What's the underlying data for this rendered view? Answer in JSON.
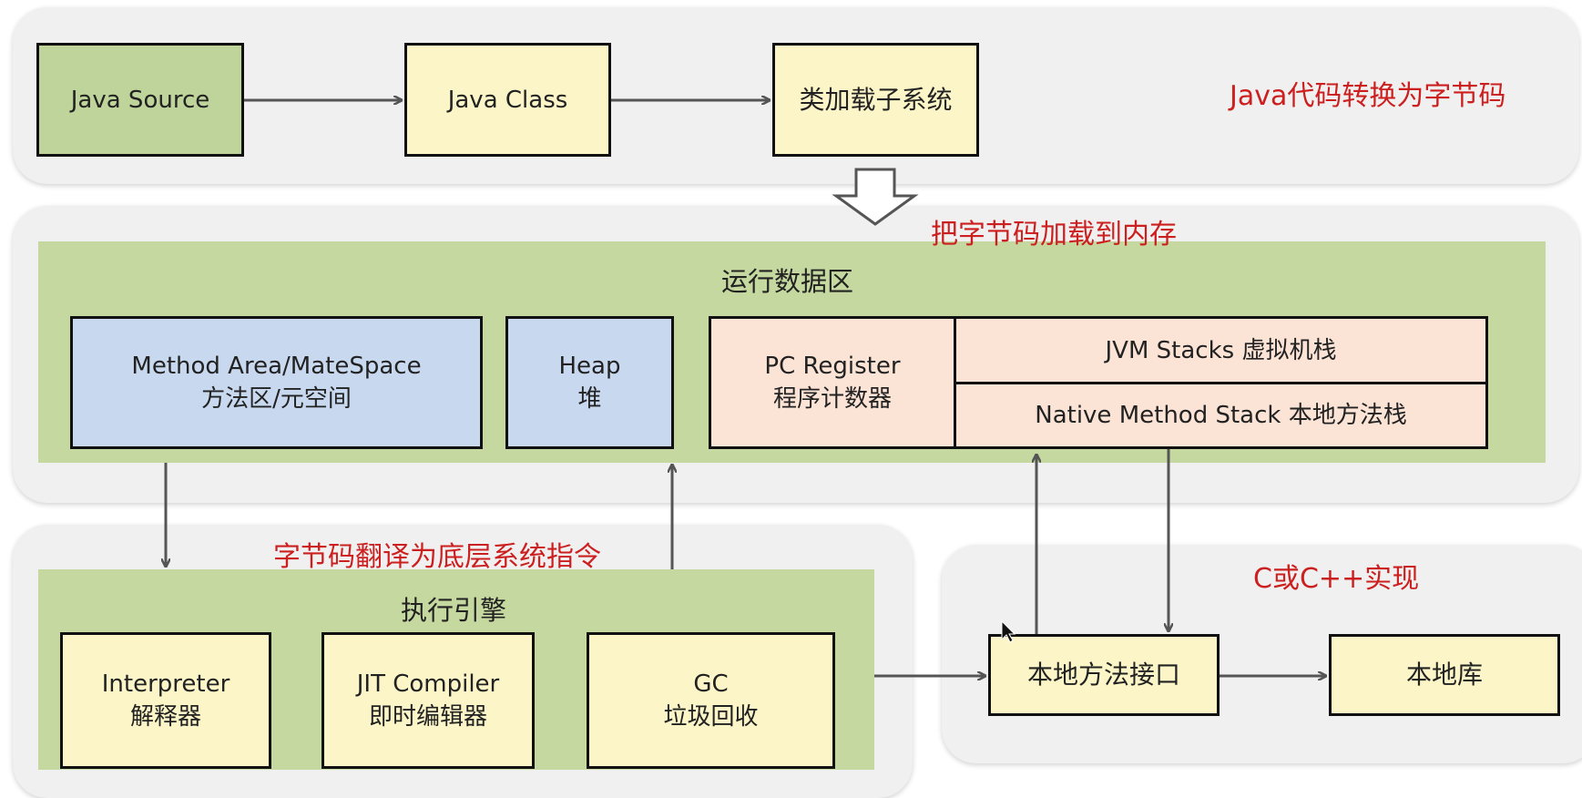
{
  "top": {
    "java_source": "Java Source",
    "java_class": "Java Class",
    "class_loader": "类加载子系统",
    "caption": "Java代码转换为字节码"
  },
  "load_caption": "把字节码加载到内存",
  "runtime": {
    "title": "运行数据区",
    "method_area": {
      "line1": "Method Area/MateSpace",
      "line2": "方法区/元空间"
    },
    "heap": {
      "line1": "Heap",
      "line2": "堆"
    },
    "pc_register": {
      "line1": "PC Register",
      "line2": "程序计数器"
    },
    "jvm_stacks": "JVM Stacks 虚拟机栈",
    "native_stack": "Native Method Stack 本地方法栈"
  },
  "translate_caption": "字节码翻译为底层系统指令",
  "engine": {
    "title": "执行引擎",
    "interpreter": {
      "line1": "Interpreter",
      "line2": "解释器"
    },
    "jit": {
      "line1": "JIT Compiler",
      "line2": "即时编辑器"
    },
    "gc": {
      "line1": "GC",
      "line2": "垃圾回收"
    }
  },
  "native": {
    "caption": "C或C++实现",
    "interface": "本地方法接口",
    "library": "本地库"
  }
}
